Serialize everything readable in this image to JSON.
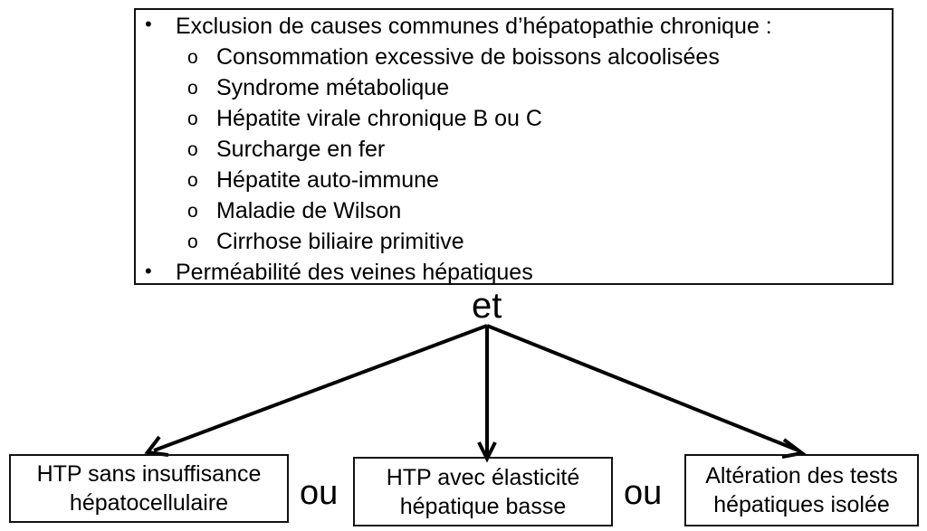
{
  "criteria": {
    "items": [
      {
        "text": "Exclusion de causes communes d’hépatopathie chronique :",
        "subitems": [
          "Consommation excessive de boissons alcoolisées",
          "Syndrome métabolique",
          "Hépatite virale chronique B ou C",
          "Surcharge en fer",
          "Hépatite auto-immune",
          "Maladie de Wilson",
          "Cirrhose biliaire primitive"
        ]
      },
      {
        "text": "Perméabilité des veines hépatiques"
      }
    ],
    "bullet_symbol": "•",
    "sub_bullet_symbol": "o"
  },
  "connector": "et",
  "results": [
    "HTP sans  insuffisance\nhépatocellulaire",
    "HTP avec  élasticité\nhépatique basse",
    "Altération des tests\nhépatiques isolée"
  ],
  "or_labels": [
    "ou",
    "ou"
  ]
}
